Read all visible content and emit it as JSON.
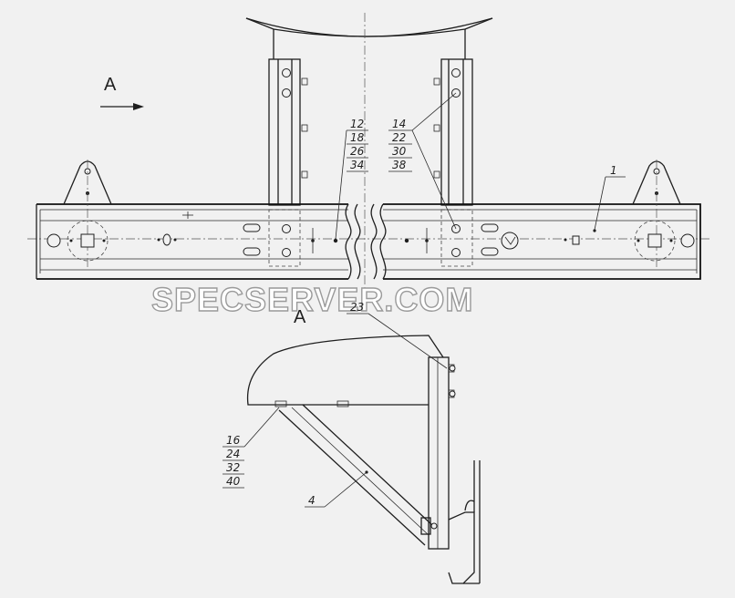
{
  "view_labels": {
    "top": "A",
    "section": "A"
  },
  "watermark": "SPECSERVER.COM",
  "callouts": {
    "left_stack": [
      "12",
      "18",
      "26",
      "34"
    ],
    "right_stack": [
      "14",
      "22",
      "30",
      "38"
    ],
    "bottom_stack": [
      "16",
      "24",
      "32",
      "40"
    ],
    "part_1": "1",
    "part_23": "23",
    "part_4": "4"
  }
}
